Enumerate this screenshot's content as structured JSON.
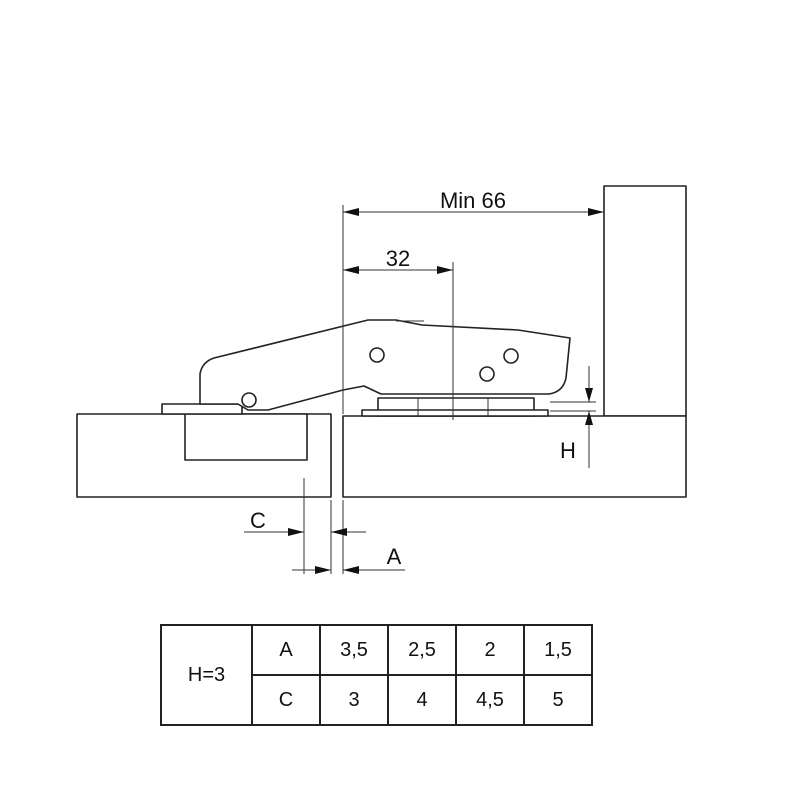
{
  "dimensions": {
    "min_distance": "Min 66",
    "offset": "32",
    "h_label": "H",
    "c_label": "C",
    "a_label": "A"
  },
  "table": {
    "h_cell": "H=3",
    "rows": [
      {
        "label": "A",
        "values": [
          "3,5",
          "2,5",
          "2",
          "1,5"
        ]
      },
      {
        "label": "C",
        "values": [
          "3",
          "4",
          "4,5",
          "5"
        ]
      }
    ]
  }
}
